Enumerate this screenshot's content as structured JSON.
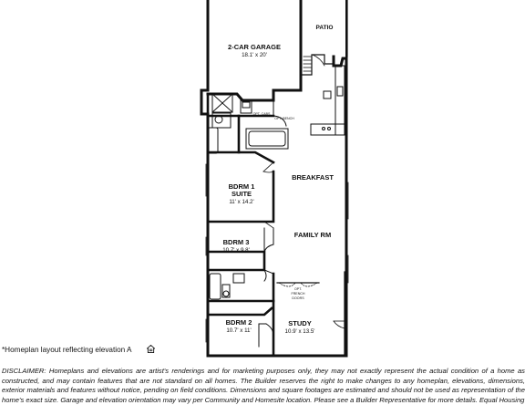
{
  "rooms": {
    "garage": {
      "name": "2-CAR GARAGE",
      "dims": "18.1' x 20'"
    },
    "patio": {
      "name": "PATIO"
    },
    "breakfast": {
      "name": "BREAKFAST"
    },
    "bdrm1": {
      "name_line1": "BDRM 1",
      "name_line2": "SUITE",
      "dims": "11' x 14.2'"
    },
    "bdrm3": {
      "name": "BDRM 3",
      "dims": "10.7' x 9.8'"
    },
    "family": {
      "name": "FAMILY RM"
    },
    "bdrm2": {
      "name": "BDRM 2",
      "dims": "10.7' x 11'"
    },
    "study": {
      "name": "STUDY",
      "dims": "10.9' x 13.5'"
    }
  },
  "small_labels": {
    "opt_cabs": "OPT. CABS",
    "opt_bench": "OPT. BENCH",
    "opt_french_doors_1": "OPT.",
    "opt_french_doors_2": "FRENCH",
    "opt_french_doors_3": "DOORS"
  },
  "footnote": "*Homeplan layout reflecting elevation A",
  "eho_icon": "equal-housing-opportunity-icon",
  "disclaimer_label": "DISCLAIMER:",
  "disclaimer_text": "Homeplans and elevations are artist's renderings and for marketing purposes only, they may not exactly represent the actual condition of a home as constructed, and may contain features that are not standard on all homes. The Builder reserves the right to make changes to any homeplan, elevations, dimensions, exterior materials and features without notice, pending on field conditions. Dimensions and square footages are estimated and should not be used as representation of the home's exact size. Garage and elevation orientation may vary per Community and Homesite location. Please see a Builder Representative for more details. Equal Housing"
}
